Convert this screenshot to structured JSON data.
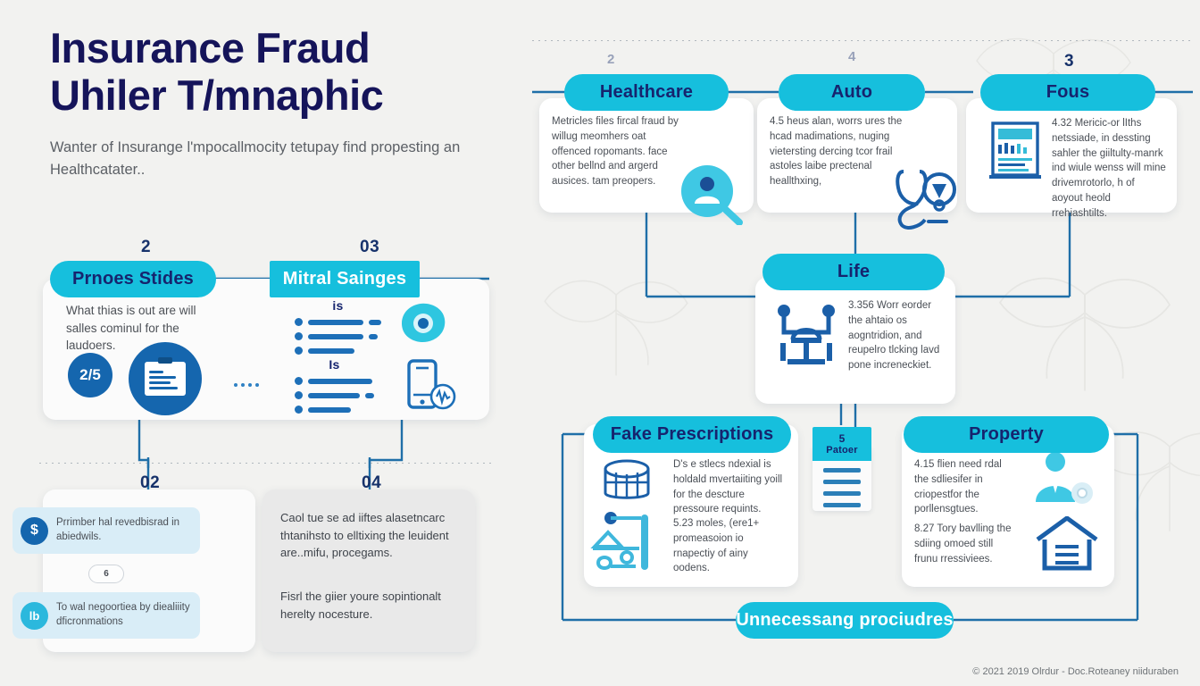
{
  "theme": {
    "bg": "#f2f2f0",
    "accent_cyan": "#16bfdd",
    "accent_blue": "#1566ae",
    "line_blue": "#2b7fb8",
    "navy_text": "#16246e",
    "title_navy": "#15145a",
    "body_gray": "#4a4f56",
    "chip_bg": "#d9edf7"
  },
  "hero": {
    "title_line1": "Insurance Fraud",
    "title_line2": "Uhiler T/mnaphic",
    "subtitle": "Wanter of Insurange l'mpocallmocity tetupay find propesting an Healthcatater.."
  },
  "left": {
    "numbers": {
      "n1": "2",
      "n2": "03",
      "n3": "02",
      "n4": "04"
    },
    "process_card": {
      "pill_label": "Prnoes Stides",
      "body": "What thias is out are will salles cominul for the laudoers.",
      "ring_label": "2/5",
      "clipboard_icon": "clipboard-icon"
    },
    "mitral_card": {
      "pill_label": "Mitral Sainges",
      "group1_caption": "is",
      "group2_caption": "Is",
      "icon1": "eye-target-icon",
      "icon2": "mobile-signal-icon"
    },
    "card02": {
      "chip1": {
        "icon_glyph": "$",
        "text": "Prrimber hal revedbisrad in abiedwils."
      },
      "mid_badge": "6",
      "chip2": {
        "icon_glyph": "lb",
        "text": "To wal negoortiea by diealiiity dficronmations"
      }
    },
    "card04": {
      "para1": "Caol tue se ad iiftes alasetncarc thtanihsto to elltixing the leuident are..mifu, procegams.",
      "para2": "Fisrl the giier youre sopintionalt herelty nocesture."
    }
  },
  "right": {
    "markers": {
      "m1": "2",
      "m2": "4",
      "m3": "3",
      "m4": "5"
    },
    "cards": [
      {
        "id": "healthcare",
        "pill_label": "Healthcare",
        "body": "Metricles files fircal fraud by willug meomhers oat offenced ropomants. face other bellnd and argerd ausices. tam preopers.",
        "icon": "person-magnifier-icon"
      },
      {
        "id": "auto",
        "pill_label": "Auto",
        "body": "4.5 heus alan, worrs ures the hcad madimations, nuging vietersting dercing tcor frail astoles laibe prectenal heallthxing,",
        "icon": "stethoscope-icon"
      },
      {
        "id": "focus",
        "pill_label": "Fous",
        "body": "4.32 Mericic-or lIths netssiade, in dessting sahler the giiltulty-manrk ind wiule wenss will mine drivemrotorlo, h of aoyout heold rrehiashtilts.",
        "icon": "document-chart-icon"
      },
      {
        "id": "life",
        "pill_label": "Life",
        "body": "3.356 Worr eorder the ahtaio os aogntridion, and reupelro tlcking lavd pone increneckiet.",
        "icon": "network-person-icon"
      },
      {
        "id": "fake-prescriptions",
        "pill_label": "Fake Prescriptions",
        "body": "D's e stlecs ndexial is holdald mvertaiiting yoill for the descture pressoure requints.",
        "body2": "5.23 moles, (ere1+ promeasoion io rnapectiy of ainy oodens.",
        "icon": "pill-bottle-icon",
        "icon2": "lab-flask-icon"
      },
      {
        "id": "property",
        "pill_label": "Property",
        "body": "4.15 flien need rdal the sdliesifer in criopestfor the porllensgtues.",
        "body2": "8.27 Tory bavlling the sdiing omoed still frunu rressiviees.",
        "icon": "person-gear-icon",
        "icon2": "house-lines-icon"
      }
    ],
    "mini_card": {
      "badge_number": "5",
      "badge_label": "Patoer",
      "icon": "list-lines-icon"
    },
    "bottom_pill": "Unnecessang prociudres"
  },
  "footer": {
    "text": "© 2021 2019 Olrdur - Doc.Roteaney niiduraben"
  }
}
